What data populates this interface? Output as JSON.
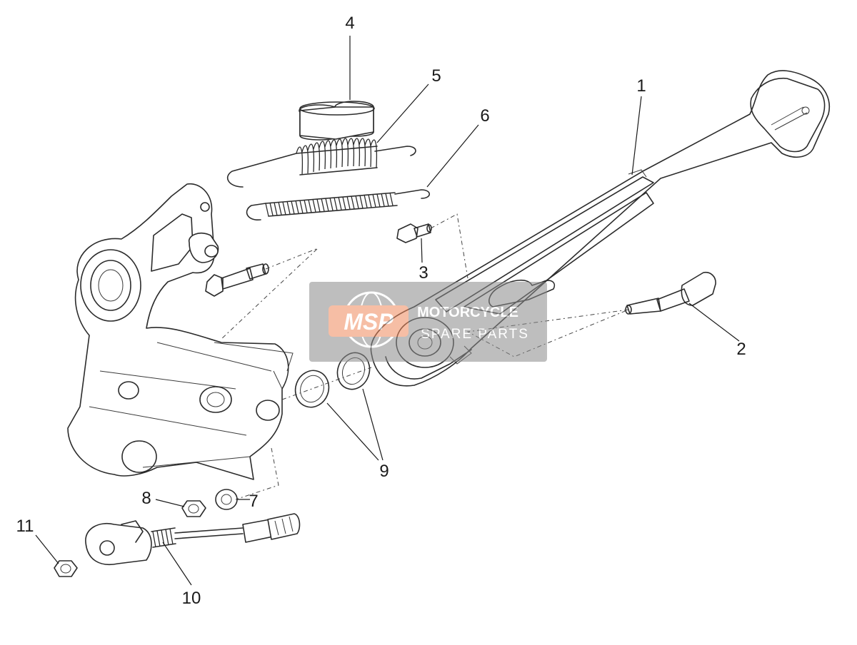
{
  "callouts": [
    {
      "id": "1",
      "label": "1"
    },
    {
      "id": "2",
      "label": "2"
    },
    {
      "id": "3",
      "label": "3"
    },
    {
      "id": "4",
      "label": "4"
    },
    {
      "id": "5",
      "label": "5"
    },
    {
      "id": "6",
      "label": "6"
    },
    {
      "id": "7",
      "label": "7"
    },
    {
      "id": "8",
      "label": "8"
    },
    {
      "id": "9",
      "label": "9"
    },
    {
      "id": "10",
      "label": "10"
    },
    {
      "id": "11",
      "label": "11"
    }
  ],
  "watermark": {
    "logo_text": "MSP",
    "line1": "MOTORCYCLE",
    "line2": "SPARE PARTS",
    "box_color": "#8a8a8a",
    "logo_color": "#f08a5d"
  },
  "colors": {
    "line": "#2b2b2b",
    "background": "#ffffff"
  }
}
